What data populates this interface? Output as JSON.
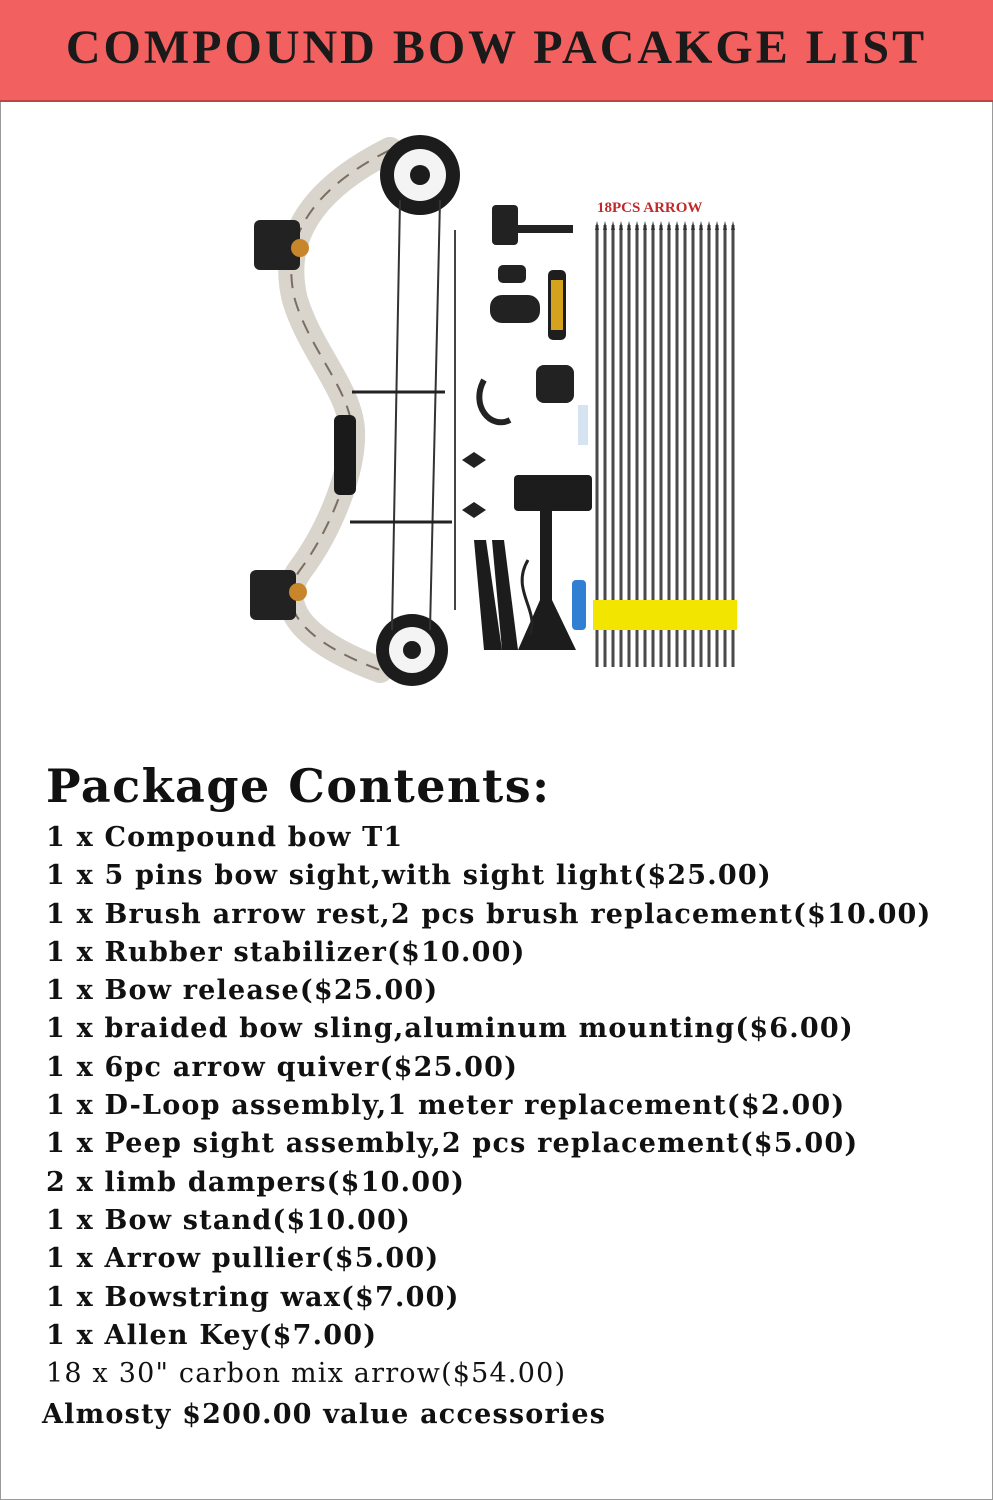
{
  "banner": {
    "title": "COMPOUND BOW PACAKGE LIST"
  },
  "figure": {
    "arrow_label": "18PCS ARROW",
    "arrow_count": 18,
    "fletch_color": "#f2e600"
  },
  "contents": {
    "heading": "Package Contents:",
    "items": [
      "1 x Compound bow T1",
      "1 x 5 pins bow sight,with sight light($25.00)",
      "1 x Brush arrow rest,2 pcs brush replacement($10.00)",
      "1 x Rubber stabilizer($10.00)",
      "1 x Bow release($25.00)",
      "1 x braided bow sling,aluminum mounting($6.00)",
      "1 x 6pc arrow quiver($25.00)",
      "1 x D-Loop assembly,1 meter replacement($2.00)",
      "1 x Peep sight assembly,2 pcs replacement($5.00)",
      "2 x limb dampers($10.00)",
      "1 x Bow stand($10.00)",
      "1 x Arrow pullier($5.00)",
      "1 x Bowstring wax($7.00)",
      "1 x Allen Key($7.00)",
      "18 x 30\"  carbon mix arrow($54.00)"
    ],
    "summary": "Almosty  $200.00 value accessories"
  },
  "colors": {
    "banner": "#f2605f",
    "arrow_label": "#c0282a"
  }
}
